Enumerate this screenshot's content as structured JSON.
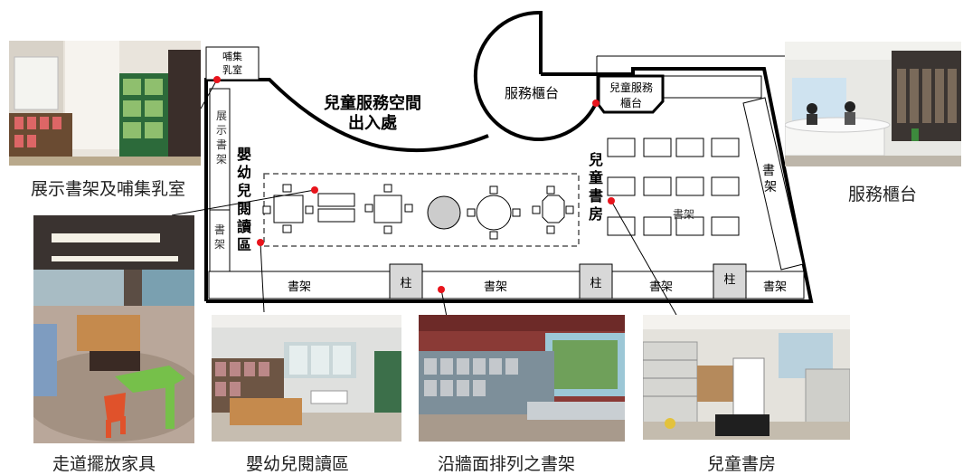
{
  "plan": {
    "title_line1": "兒童服務空間",
    "title_line2": "出入處",
    "service_counter": "服務櫃台",
    "kids_counter_line1": "兒童服務",
    "kids_counter_line2": "櫃台",
    "nursing_line1": "哺集",
    "nursing_line2": "乳室",
    "display_shelf_chars": [
      "展",
      "示",
      "書",
      "架"
    ],
    "left_shelf_chars": [
      "書",
      "架"
    ],
    "infant_area_chars": [
      "嬰",
      "幼",
      "兒",
      "閱",
      "讀",
      "區"
    ],
    "children_room_chars": [
      "兒",
      "童",
      "書",
      "房"
    ],
    "right_shelf_chars": [
      "書",
      "架"
    ],
    "bookshelf": "書架",
    "pillar": "柱"
  },
  "photos": {
    "display_nursing": "展示書架及哺集乳室",
    "service_desk": "服務櫃台",
    "corridor_furniture": "走道擺放家具",
    "infant_reading": "嬰幼兒閱讀區",
    "wall_shelves": "沿牆面排列之書架",
    "children_room": "兒童書房"
  },
  "colors": {
    "marker": "#e8141c",
    "outline": "#000000",
    "table_gray": "#cccccc",
    "caption": "#222222"
  }
}
